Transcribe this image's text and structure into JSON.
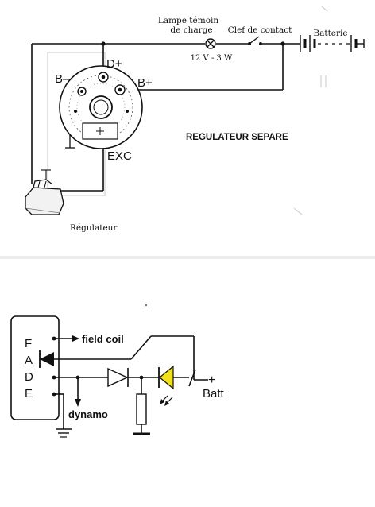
{
  "top_diagram": {
    "lamp_label_line1": "Lampe témoin",
    "lamp_label_line2": "de charge",
    "lamp_rating": "12 V - 3 W",
    "key_switch_label": "Clef de contact",
    "battery_label": "Batterie",
    "terminal_d_plus": "D+",
    "terminal_b_minus": "B–",
    "terminal_b_plus": "B+",
    "terminal_exc": "EXC",
    "regulator_label": "Régulateur",
    "title": "REGULATEUR SEPARE"
  },
  "bottom_diagram": {
    "terminal_f": "F",
    "terminal_a": "A",
    "terminal_d": "D",
    "terminal_e": "E",
    "field_coil_label": "field coil",
    "dynamo_label": "dynamo",
    "batt_plus": "+",
    "batt_label": "Batt"
  },
  "colors": {
    "wire": "#111111",
    "led_fill": "#f2e01a",
    "divider": "#e6e6e6"
  }
}
